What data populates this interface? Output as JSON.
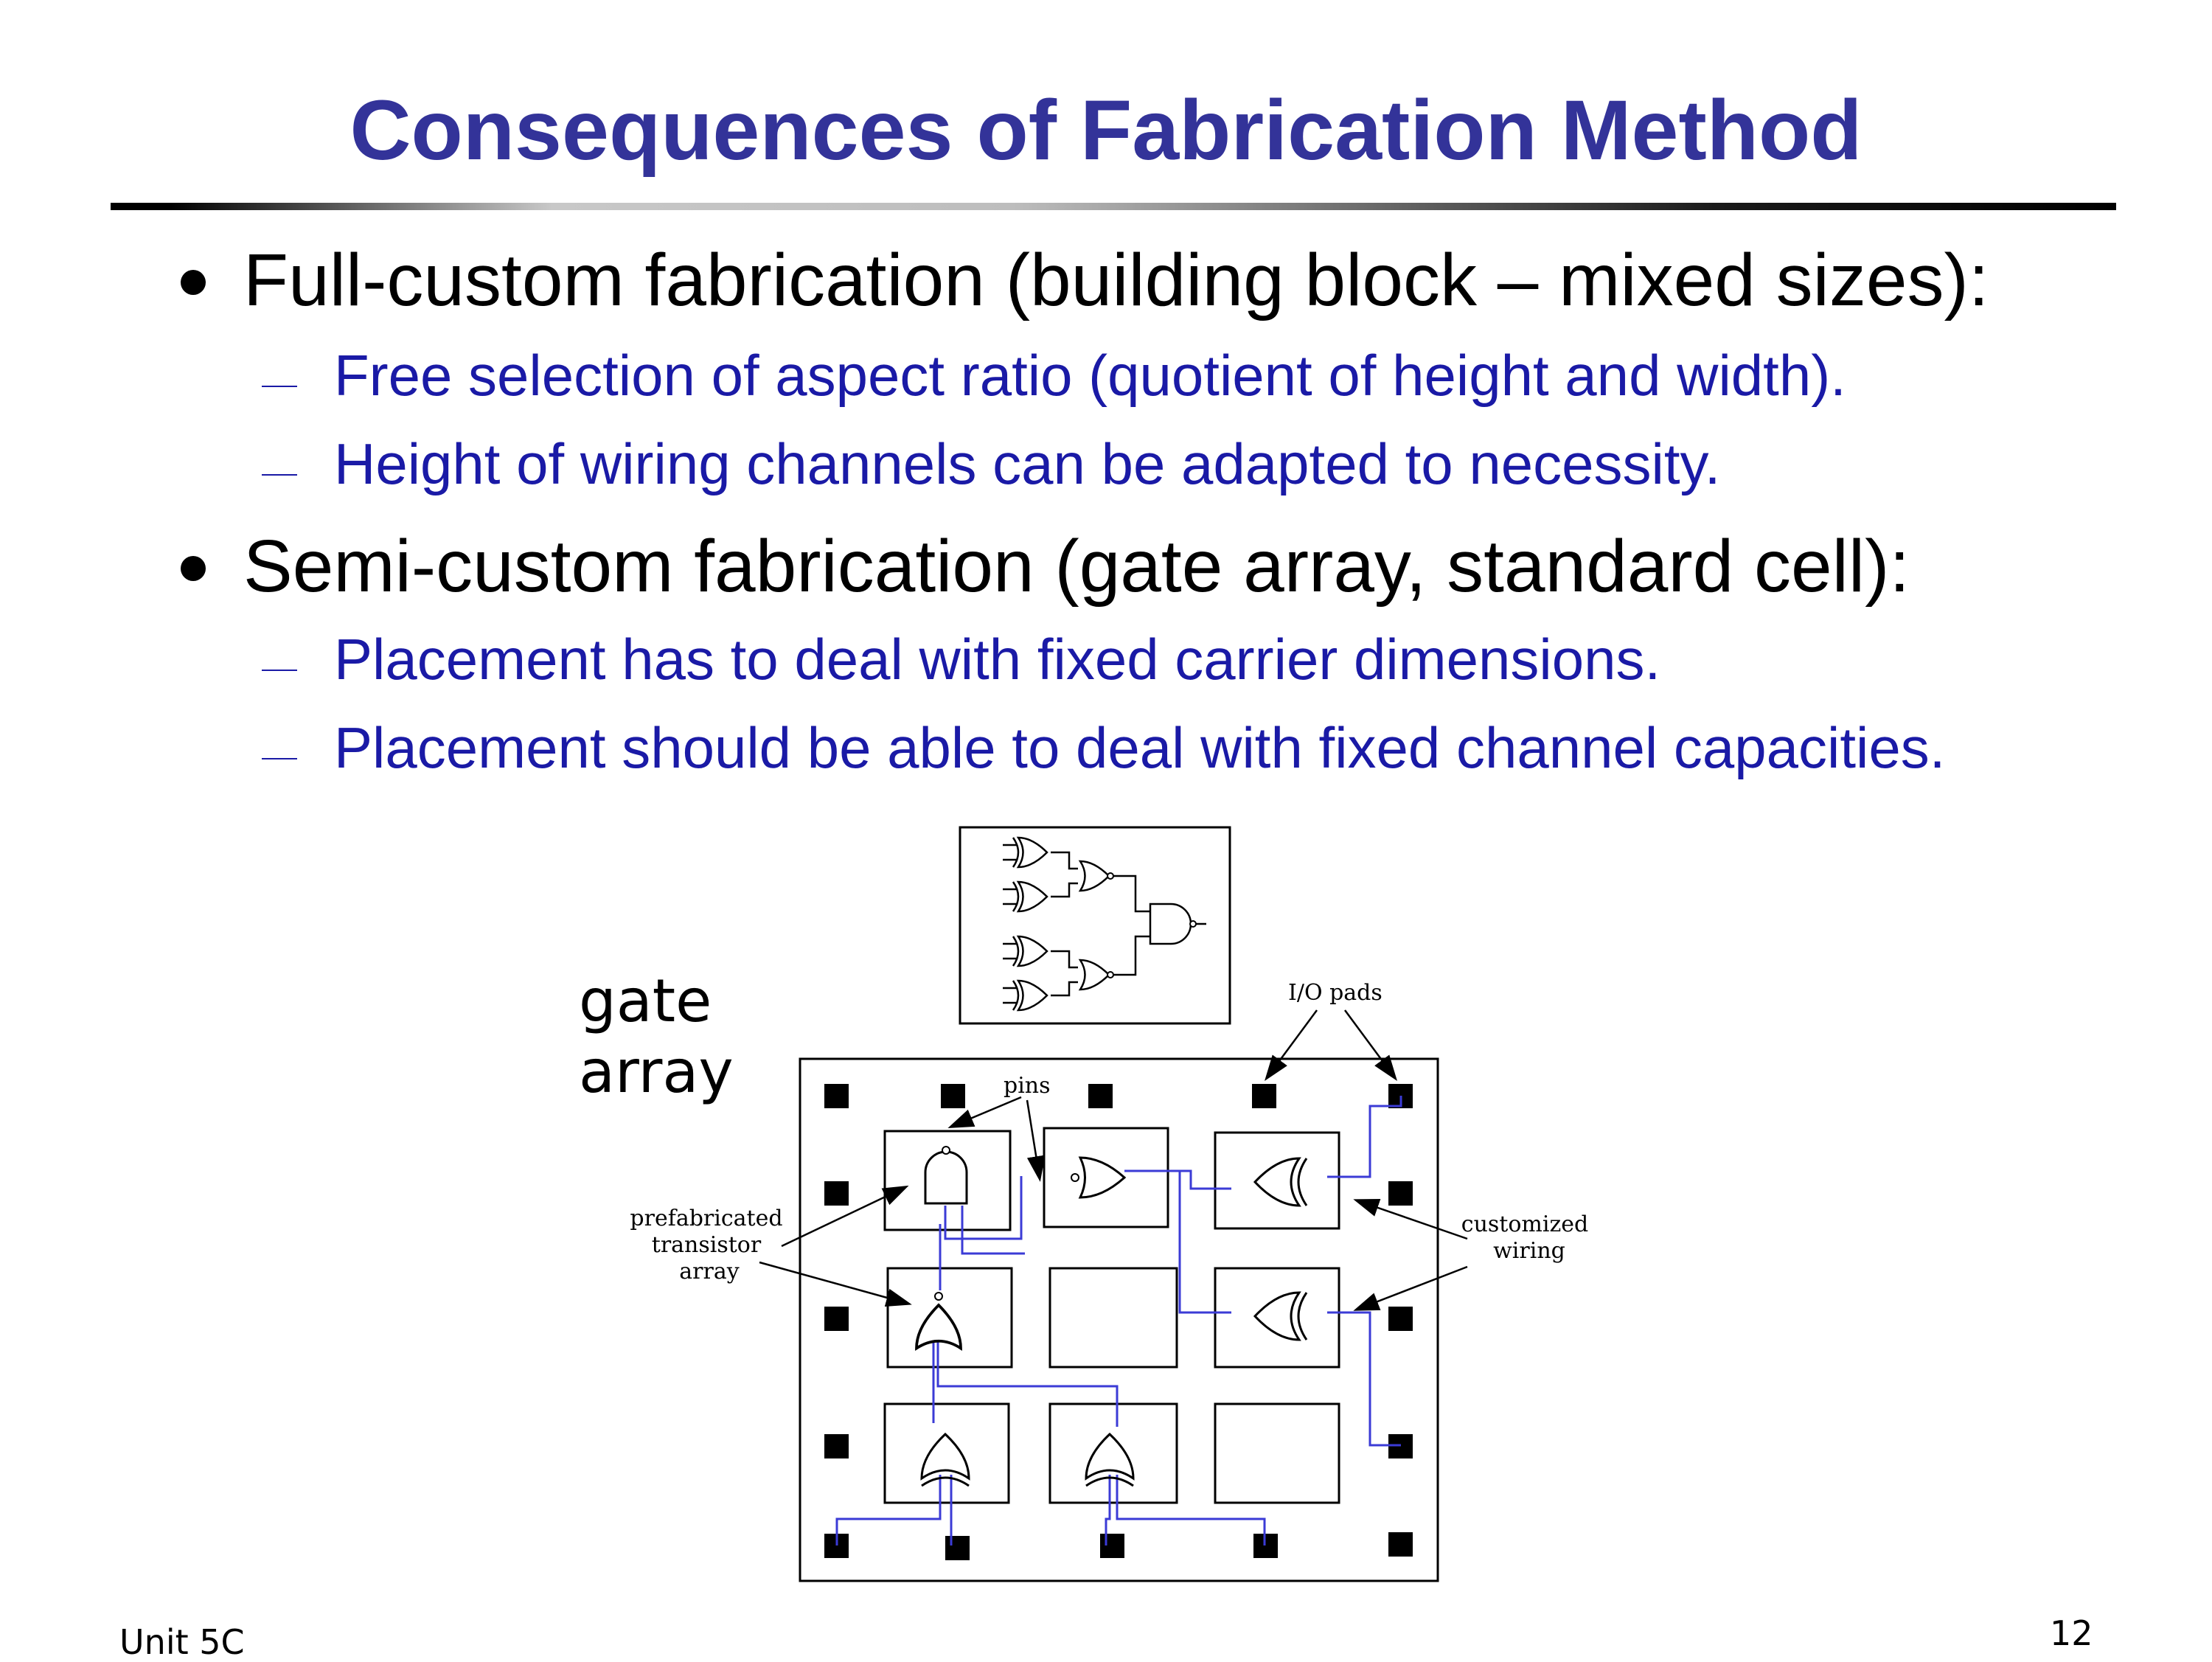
{
  "slide": {
    "title": "Consequences of Fabrication Method",
    "bullets": [
      {
        "text": "Full-custom fabrication (building block – mixed sizes):",
        "subs": [
          "Free selection of aspect ratio (quotient of height and width).",
          "Height of wiring channels can be adapted to necessity."
        ]
      },
      {
        "text": "Semi-custom fabrication (gate array, standard cell):",
        "subs": [
          "Placement has to deal with fixed carrier dimensions.",
          "Placement should be able to deal with fixed channel capacities."
        ]
      }
    ]
  },
  "figure": {
    "label_line1": "gate",
    "label_line2": "array",
    "annotations": {
      "io_pads": "I/O pads",
      "pins": "pins",
      "prefab_line1": "prefabricated",
      "prefab_line2": "transistor",
      "prefab_line3": "array",
      "custom_line1": "customized",
      "custom_line2": "wiring"
    },
    "wire_color": "#3b3bd6"
  },
  "footer": {
    "unit": "Unit 5C",
    "page": "12"
  }
}
